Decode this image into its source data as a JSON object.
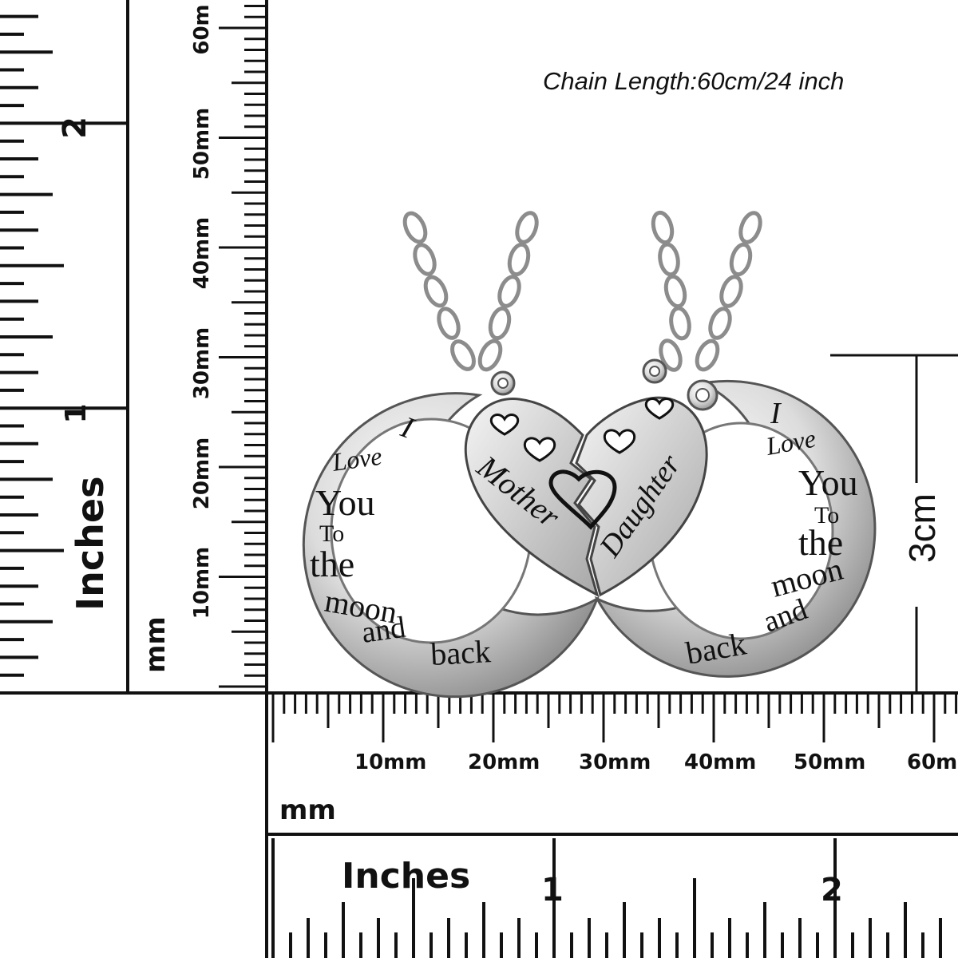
{
  "caption": "Chain Length:60cm/24 inch",
  "dimension_label": "3cm",
  "ruler_units": {
    "inches_label": "Inches",
    "mm_label": "mm"
  },
  "vertical_ruler": {
    "inch_numbers": [
      "1",
      "2"
    ],
    "mm_labels": [
      "10mm",
      "20mm",
      "30mm",
      "40mm",
      "50mm",
      "60m"
    ]
  },
  "horizontal_ruler": {
    "inch_numbers": [
      "1",
      "2"
    ],
    "mm_labels": [
      "10mm",
      "20mm",
      "30mm",
      "40mm",
      "50mm",
      "60m"
    ]
  },
  "pendant_left": {
    "engraving": [
      "I",
      "Love",
      "You",
      "To",
      "the",
      "moon",
      "and",
      "back"
    ],
    "heart_word": "Mother"
  },
  "pendant_right": {
    "engraving": [
      "I",
      "Love",
      "You",
      "To",
      "the",
      "moon",
      "and",
      "back"
    ],
    "heart_word": "Daughter"
  },
  "colors": {
    "metal": "#d9d9d9",
    "metal_dark": "#8a8a8a",
    "ink": "#111111"
  }
}
